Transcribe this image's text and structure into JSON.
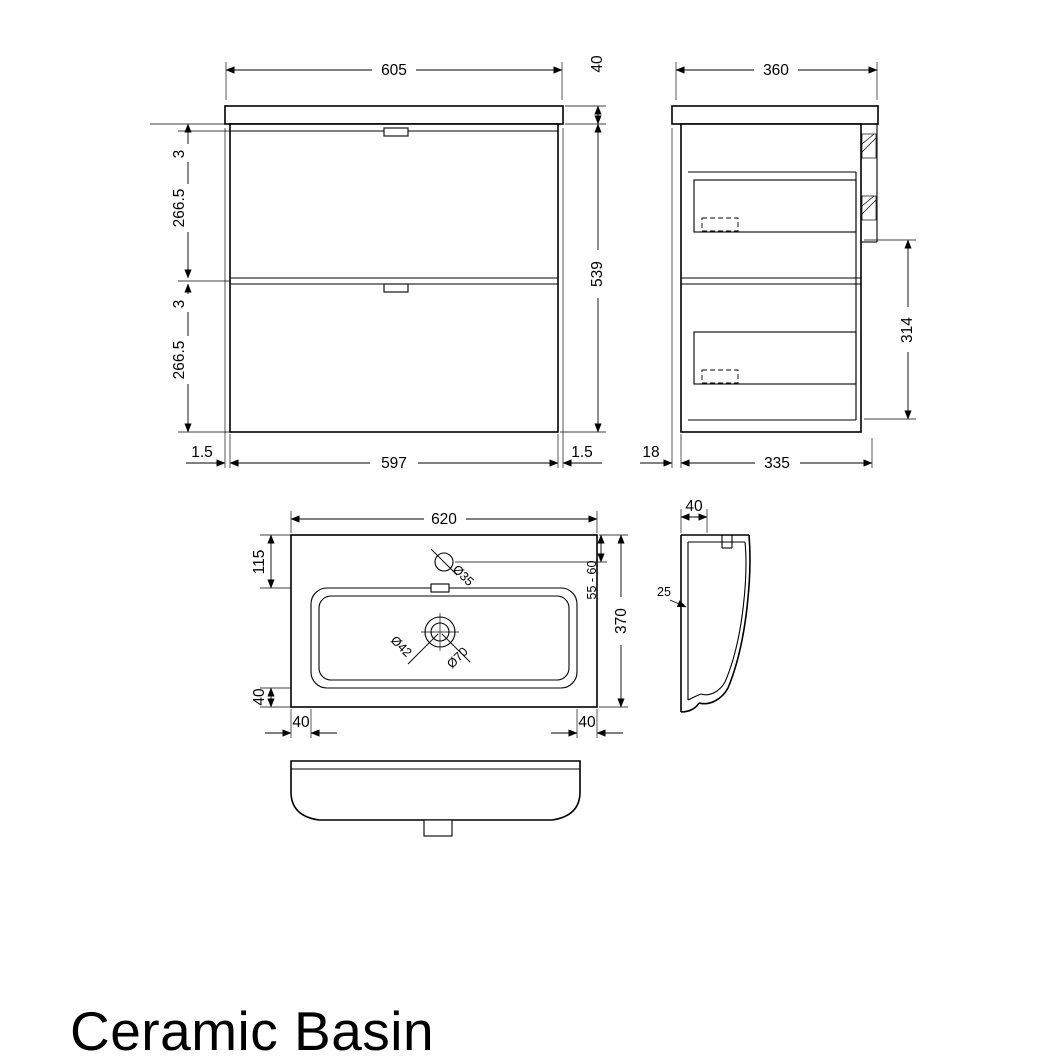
{
  "title": "Ceramic Basin",
  "front_view": {
    "width_top": "605",
    "worktop_thickness": "40",
    "gap_top": "3",
    "drawer_height_1": "266.5",
    "gap_middle": "3",
    "drawer_height_2": "266.5",
    "cabinet_height": "539",
    "overhang_left": "1.5",
    "cabinet_width": "597",
    "overhang_right": "1.5"
  },
  "side_view": {
    "depth_top": "360",
    "internal_height": "314",
    "front_offset": "18",
    "cabinet_depth": "335"
  },
  "basin_plan": {
    "width": "620",
    "depth": "370",
    "tap_centre_inset": "115",
    "tap_centre_range": "55 - 60",
    "tap_hole_dia": "Ø35",
    "waste_dia_inner": "Ø42",
    "waste_dia_outer": "Ø70",
    "rim_front": "40",
    "rim_left": "40",
    "rim_right": "40"
  },
  "basin_section": {
    "rim_depth": "40",
    "front_lip": "25"
  }
}
